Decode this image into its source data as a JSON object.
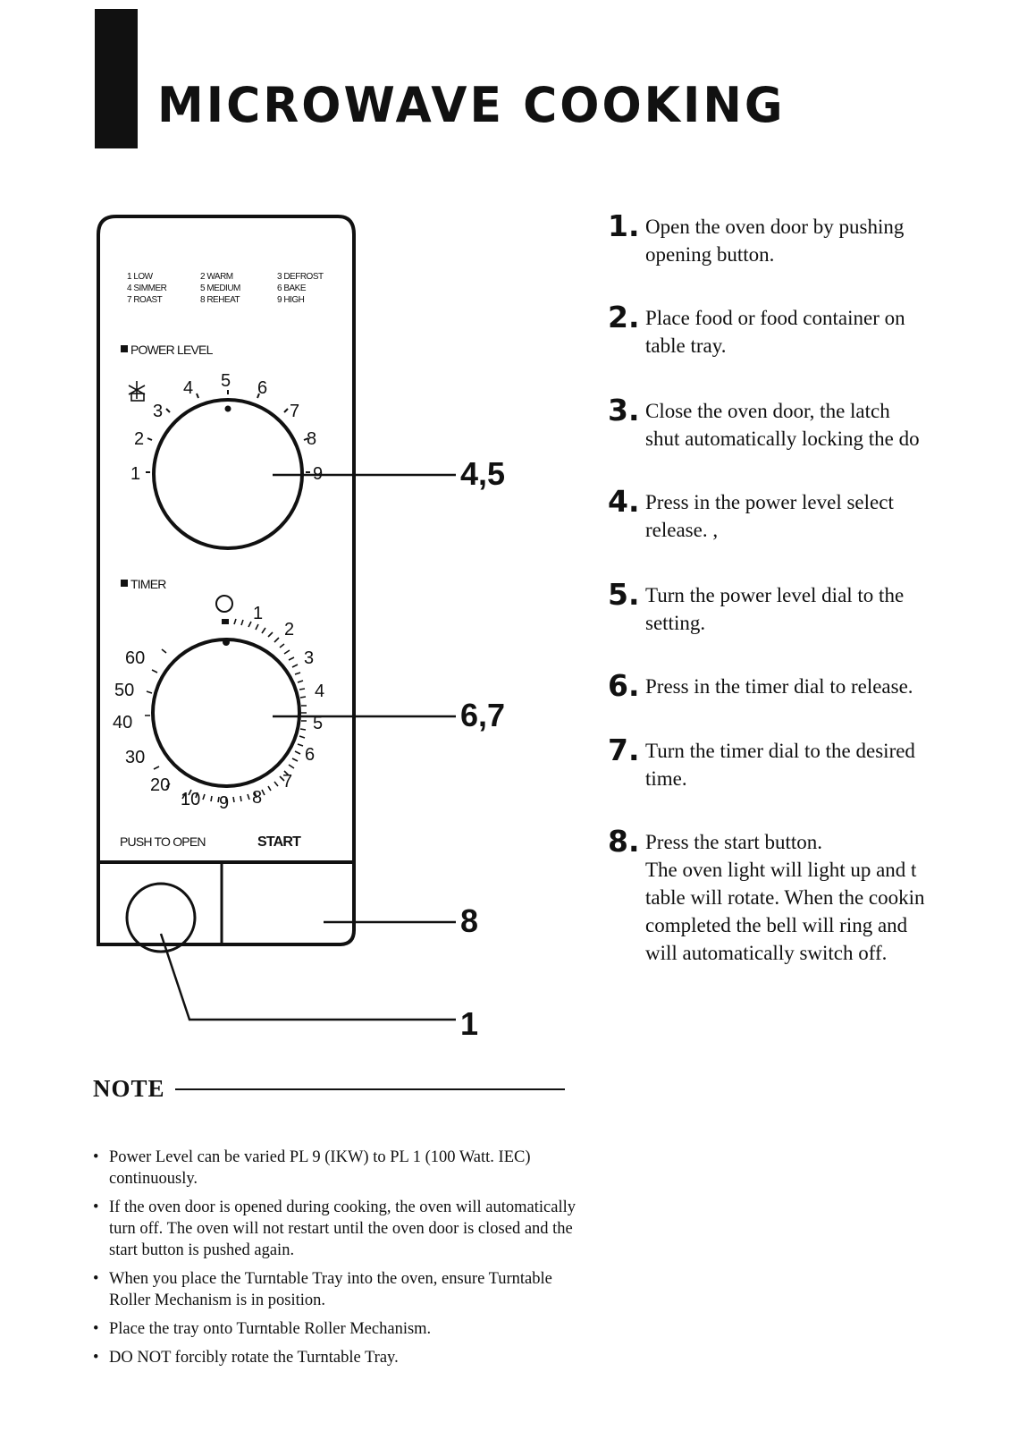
{
  "title": "MICROWAVE COOKING",
  "panel": {
    "power_legend": [
      [
        "1 LOW",
        "2 WARM",
        "3 DEFROST"
      ],
      [
        "4 SIMMER",
        "5 MEDIUM",
        "6 BAKE"
      ],
      [
        "7 ROAST",
        "8 REHEAT",
        "9 HIGH"
      ]
    ],
    "power_level_label": "POWER LEVEL",
    "power_dial_numbers": [
      "1",
      "2",
      "3",
      "4",
      "5",
      "6",
      "7",
      "8",
      "9"
    ],
    "timer_label": "TIMER",
    "timer_dial_numbers": [
      "1",
      "2",
      "3",
      "4",
      "5",
      "6",
      "7",
      "8",
      "9",
      "10",
      "20",
      "30",
      "40",
      "50",
      "60"
    ],
    "push_to_open_label": "PUSH TO OPEN",
    "start_label": "START"
  },
  "callouts": {
    "power": "4,5",
    "timer": "6,7",
    "start": "8",
    "door": "1"
  },
  "steps": [
    {
      "num": "1.",
      "lines": [
        "Open the oven door by pushing",
        "opening button."
      ]
    },
    {
      "num": "2.",
      "lines": [
        "Place food or food container on",
        "table tray."
      ]
    },
    {
      "num": "3.",
      "lines": [
        "Close the oven door, the latch",
        "shut automatically locking the do"
      ]
    },
    {
      "num": "4.",
      "lines": [
        "Press in the power level select",
        "release. ,"
      ]
    },
    {
      "num": "5.",
      "lines": [
        "Turn the power level dial to the",
        "setting."
      ]
    },
    {
      "num": "6.",
      "lines": [
        "Press in the timer dial to release."
      ]
    },
    {
      "num": "7.",
      "lines": [
        "Turn the timer dial to the desired",
        "time."
      ]
    },
    {
      "num": "8.",
      "lines": [
        "Press the start button.",
        "The oven light will light up and t",
        "table will rotate. When the cookin",
        "completed the bell will ring and",
        "will automatically switch off."
      ]
    }
  ],
  "note": {
    "heading": "NOTE",
    "items": [
      "Power Level can be varied PL 9 (IKW) to PL 1 (100 Watt. IEC) continuously.",
      "If the oven door is opened during cooking, the oven will automatically turn off. The oven will not restart until the oven door is closed and the start button is pushed again.",
      "When you place the Turntable Tray into the oven, ensure Turntable Roller Mechanism is in position.",
      "Place the tray onto Turntable Roller Mechanism.",
      "DO NOT forcibly rotate the Turntable Tray."
    ],
    "bullet": "•"
  }
}
